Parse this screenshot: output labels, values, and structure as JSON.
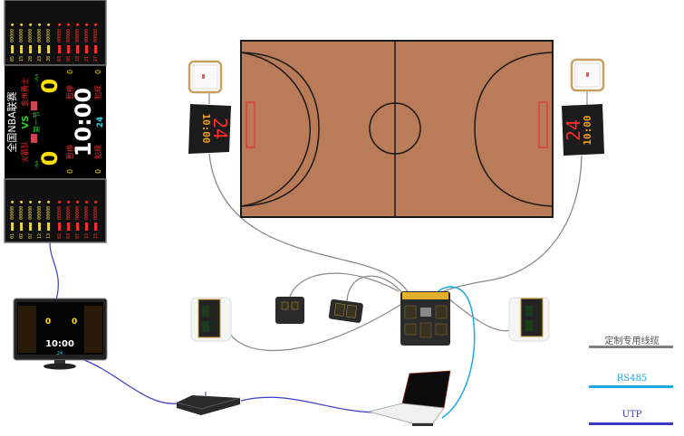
{
  "scoreboard": {
    "title": "全国NBA联赛",
    "home_team": "火箭队",
    "away_team": "金州勇士",
    "vs": "VS",
    "period": "第一节",
    "home_score": "0",
    "away_score": "0",
    "game_clock": "10:00",
    "shot_clock": "24",
    "timeout_label": "暂停",
    "foul_label": "犯规",
    "home_timeouts": "0",
    "away_timeouts": "0",
    "home_fouls": "0",
    "away_fouls": "0",
    "flag_label": "USA"
  },
  "shot_clock_displays": {
    "shot": "24",
    "game": "10:00"
  },
  "legend": [
    {
      "label": "定制专用线缆",
      "color": "#808080"
    },
    {
      "label": "RS485",
      "color": "#19a9e6"
    },
    {
      "label": "UTP",
      "color": "#3a3ac4"
    }
  ],
  "colors": {
    "court": "#b97b58",
    "court_line": "#1a1a1a",
    "key_box": "#e03030"
  }
}
